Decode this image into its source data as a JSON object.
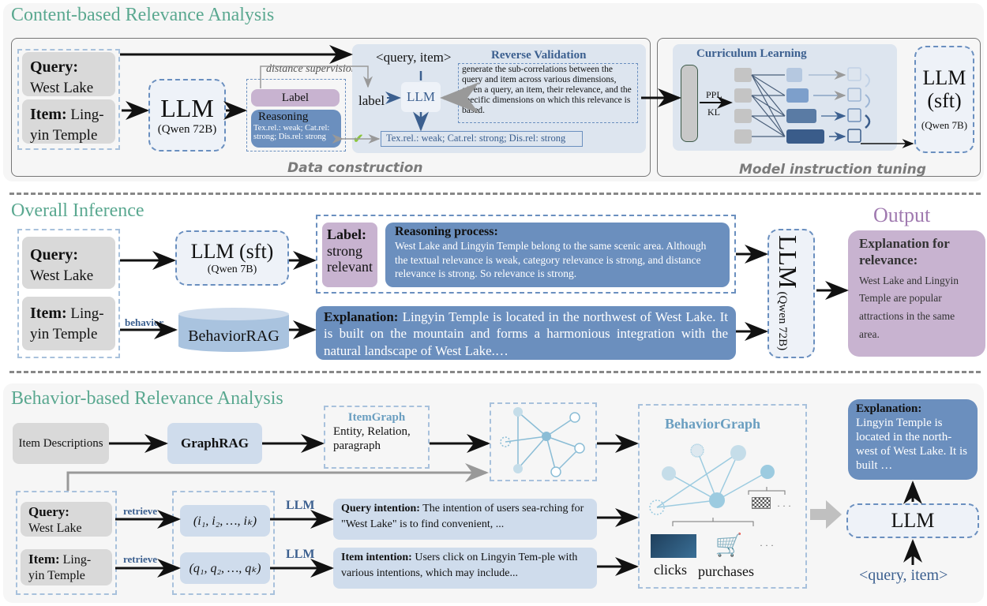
{
  "content_section": {
    "title": "Content-based Relevance Analysis",
    "query_label": "Query:",
    "query_value": "West Lake",
    "item_label": "Item:",
    "item_value": "Ling-yin Temple",
    "llm_title": "LLM",
    "llm_model": "(Qwen 72B)",
    "distance_supervision": "distance supervision",
    "label_box": "Label",
    "reasoning_title": "Reasoning",
    "reasoning_text": "Tex.rel.: weak; Cat.rel: strong; Dis.rel: strong",
    "query_item_pair": "<query, item>",
    "reverse_validation_title": "Reverse Validation",
    "reverse_validation_text": "generate the sub-correlations between the query and item across various dimensions, given a query, an item, their relevance, and the specific dimensions on which this relevance is based.",
    "label_input": "label",
    "inner_llm": "LLM",
    "validated_output": "Tex.rel.: weak; Cat.rel: strong; Dis.rel: strong",
    "data_construction_caption": "Data construction",
    "curriculum_title": "Curriculum Learning",
    "ppl_label": "PPL",
    "kl_label": "KL",
    "sft_llm_title": "LLM (sft)",
    "sft_llm_model": "(Qwen 7B)",
    "model_tuning_caption": "Model instruction tuning"
  },
  "inference_section": {
    "title": "Overall Inference",
    "query_label": "Query:",
    "query_value": "West Lake",
    "item_label": "Item:",
    "item_value": "Ling-yin Temple",
    "sft_llm_title": "LLM (sft)",
    "sft_llm_model": "(Qwen 7B)",
    "label_title": "Label:",
    "label_value": "strong relevant",
    "reasoning_title": "Reasoning process:",
    "reasoning_text": "West Lake and Lingyin Temple belong to the same scenic area. Although the textual relevance is weak, category relevance is strong, and distance relevance is strong. So relevance is strong.",
    "behavior_label": "behavior",
    "behavior_rag": "BehaviorRAG",
    "explanation_title": "Explanation:",
    "explanation_text": "Lingyin Temple is located in the northwest of West Lake. It is built on the mountain and forms a harmonious integration with the natural landscape of West Lake.…",
    "big_llm_title": "LLM",
    "big_llm_model": "(Qwen 72B)",
    "output_title": "Output",
    "output_heading": "Explanation for relevance:",
    "output_text": "West Lake and Lingyin Temple are popular attractions in the same area."
  },
  "behavior_section": {
    "title": "Behavior-based Relevance Analysis",
    "item_descriptions": "Item Descriptions",
    "graphrag": "GraphRAG",
    "itemgraph_title": "ItemGraph",
    "itemgraph_text": "Entity, Relation, paragraph",
    "query_label": "Query:",
    "query_value": "West Lake",
    "item_label": "Item:",
    "item_value": "Ling-yin Temple",
    "retrieve_1": "retrieve",
    "retrieve_2": "retrieve",
    "items_seq": "(i₁, i₂, …, iₖ)",
    "queries_seq": "(q₁, q₂, …, qₖ)",
    "llm_1": "LLM",
    "llm_2": "LLM",
    "query_intention_title": "Query intention:",
    "query_intention_text": "The intention of users sea-rching for \"West Lake\" is to find convenient, ...",
    "item_intention_title": "Item intention:",
    "item_intention_text": "Users click on Lingyin Tem-ple with various intentions, which may include...",
    "behaviorgraph_title": "BehaviorGraph",
    "clicks_label": "clicks",
    "purchases_label": "purchases",
    "ellipsis": "· · ·",
    "final_llm": "LLM",
    "final_input": "<query, item>",
    "final_explanation_title": "Explanation:",
    "final_explanation_text": "Lingyin Temple is located in the north-west of West Lake. It is built …"
  },
  "colors": {
    "section_title": "#5aa890",
    "output_title": "#a07ab0",
    "dark_blue": "#6b8fbe",
    "light_blue": "#cfdcec",
    "purple": "#c8b3d0",
    "gray": "#d9d9d9",
    "accent_text": "#3b5f8f"
  }
}
